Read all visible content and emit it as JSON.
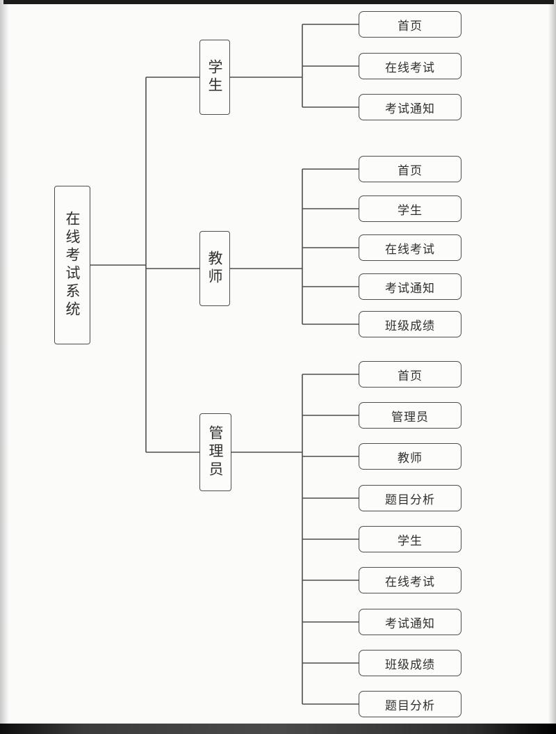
{
  "diagram": {
    "root": {
      "label": "在线考试系统"
    },
    "branches": [
      {
        "label": "学生",
        "children": [
          "首页",
          "在线考试",
          "考试通知"
        ]
      },
      {
        "label": "教师",
        "children": [
          "首页",
          "学生",
          "在线考试",
          "考试通知",
          "班级成绩"
        ]
      },
      {
        "label": "管理员",
        "children": [
          "首页",
          "管理员",
          "教师",
          "题目分析",
          "学生",
          "在线考试",
          "考试通知",
          "班级成绩",
          "题目分析"
        ]
      }
    ]
  }
}
